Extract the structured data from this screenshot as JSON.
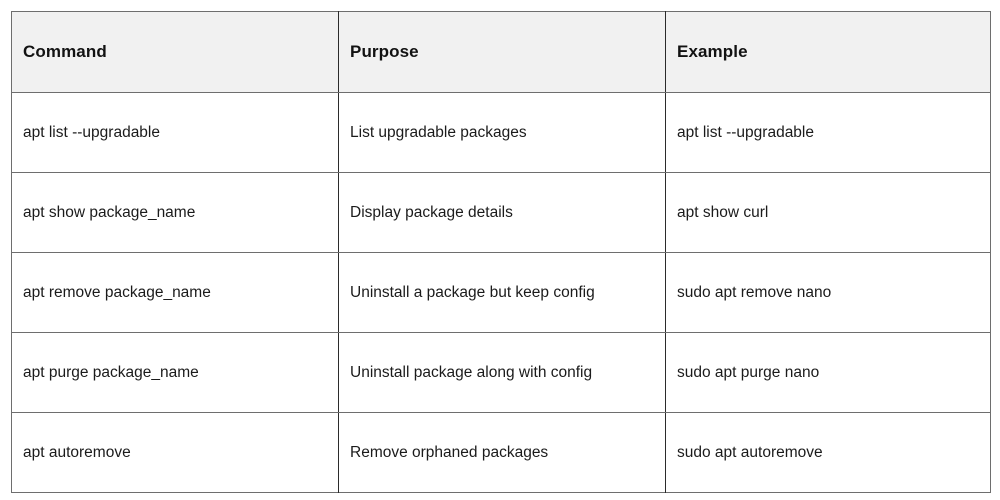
{
  "table": {
    "columns": [
      "Command",
      "Purpose",
      "Example"
    ],
    "rows": [
      {
        "command": "apt list --upgradable",
        "purpose": "List upgradable packages",
        "example": "apt list --upgradable"
      },
      {
        "command": "apt show package_name",
        "purpose": "Display package details",
        "example": "apt show curl"
      },
      {
        "command": "apt remove package_name",
        "purpose": "Uninstall a package but keep config",
        "example": "sudo apt remove nano"
      },
      {
        "command": "apt purge package_name",
        "purpose": "Uninstall package along with config",
        "example": "sudo apt purge nano"
      },
      {
        "command": "apt autoremove",
        "purpose": "Remove orphaned packages",
        "example": "sudo apt autoremove"
      }
    ]
  },
  "colors": {
    "header_background": "#f1f1f1",
    "outer_border": "#6e6e6e",
    "column_divider": "#2b2b2b",
    "row_divider": "#6e6e6e",
    "page_background": "#ffffff",
    "header_text": "#121212",
    "body_text": "#1b1b1b"
  }
}
